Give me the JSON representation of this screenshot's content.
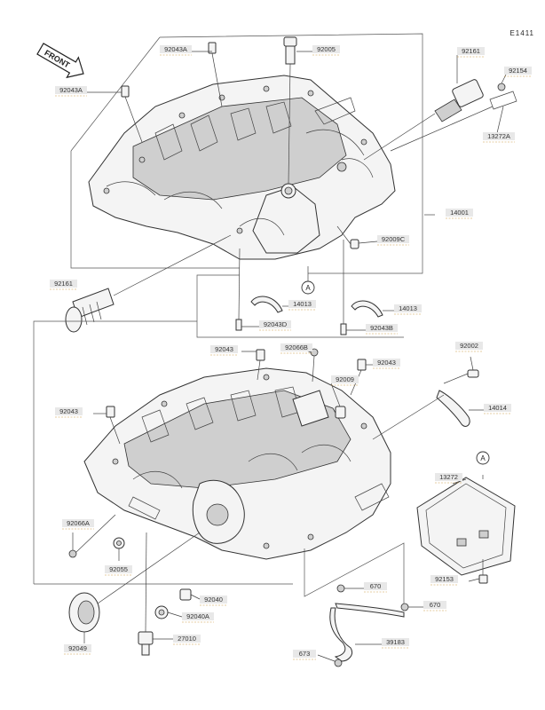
{
  "figure_id": "E1411",
  "front_mark": "FRONT",
  "callouts": [
    "A",
    "A"
  ],
  "labels": [
    {
      "id": "l1",
      "text": "92043A"
    },
    {
      "id": "l2",
      "text": "92005"
    },
    {
      "id": "l3",
      "text": "92043A"
    },
    {
      "id": "l4",
      "text": "92161"
    },
    {
      "id": "l5",
      "text": "92154"
    },
    {
      "id": "l6",
      "text": "13272A"
    },
    {
      "id": "l7",
      "text": "14001"
    },
    {
      "id": "l8",
      "text": "92009C"
    },
    {
      "id": "l9",
      "text": "92161"
    },
    {
      "id": "l10",
      "text": "14013"
    },
    {
      "id": "l11",
      "text": "14013"
    },
    {
      "id": "l12",
      "text": "92043D"
    },
    {
      "id": "l13",
      "text": "92043B"
    },
    {
      "id": "l14",
      "text": "92043"
    },
    {
      "id": "l15",
      "text": "92066B"
    },
    {
      "id": "l16",
      "text": "92002"
    },
    {
      "id": "l17",
      "text": "92043"
    },
    {
      "id": "l18",
      "text": "92009"
    },
    {
      "id": "l19",
      "text": "92043"
    },
    {
      "id": "l20",
      "text": "14014"
    },
    {
      "id": "l21",
      "text": "13272"
    },
    {
      "id": "l22",
      "text": "92066A"
    },
    {
      "id": "l23",
      "text": "92055"
    },
    {
      "id": "l24",
      "text": "92153"
    },
    {
      "id": "l25",
      "text": "670"
    },
    {
      "id": "l26",
      "text": "92040"
    },
    {
      "id": "l27",
      "text": "670"
    },
    {
      "id": "l28",
      "text": "92040A"
    },
    {
      "id": "l29",
      "text": "92049"
    },
    {
      "id": "l30",
      "text": "27010"
    },
    {
      "id": "l31",
      "text": "39183"
    },
    {
      "id": "l32",
      "text": "673"
    }
  ]
}
